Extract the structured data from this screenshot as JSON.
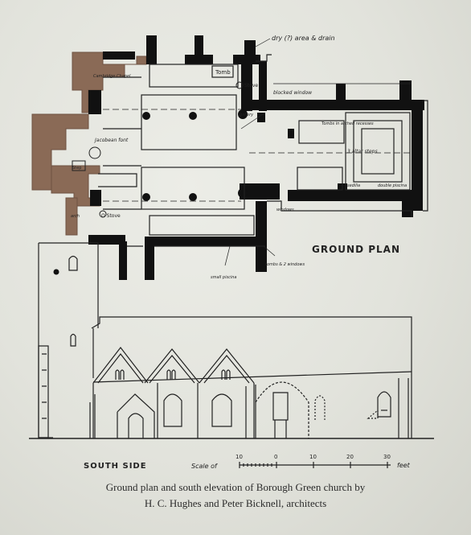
{
  "labels": {
    "drain": "dry (?) area & drain",
    "tomb": "Tomb",
    "stove_n": "Stove",
    "blocked_window": "blocked window",
    "tombs_arches": "Tombs in arched recesses",
    "cambridge_chapel": "Cambridge Chapel",
    "jacobean_font": "Jacobean font",
    "step": "Step",
    "altar_steps": "3 altar steps",
    "sedilia": "sedilia",
    "double_piscina": "double piscina",
    "gallery": "gallery",
    "arch": "arch",
    "stove_s": "O Stove",
    "windows": "windows",
    "tombs_windows": "tombs & 2 windows",
    "small_piscina": "small piscina",
    "ground_plan": "GROUND PLAN",
    "south_side": "SOUTH SIDE",
    "scale_prefix": "Scale of",
    "scale_ticks": [
      "10",
      "0",
      "10",
      "20",
      "30"
    ],
    "scale_unit": "feet"
  },
  "caption": {
    "line1": "Ground plan and south elevation of Borough Green church by",
    "line2": "H. C. Hughes and Peter Bicknell, architects"
  },
  "colors": {
    "wall": "#111111",
    "old_wall": "#8a6a56",
    "line": "#222222"
  }
}
